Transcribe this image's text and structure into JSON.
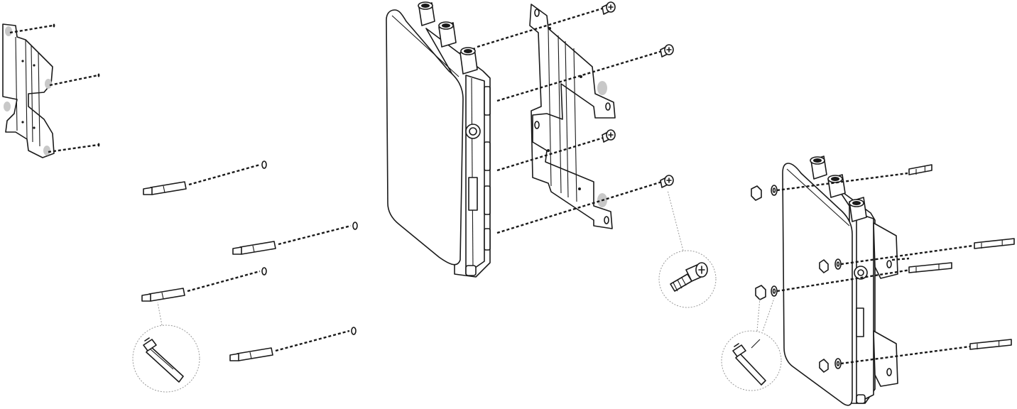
{
  "figure": {
    "description_visible_text": "",
    "line_color": "#1a1a1a",
    "highlight_color": "#c8c8c8",
    "background": "#ffffff"
  },
  "steps": [
    {
      "id": "drill-template",
      "icon": "mounting-plate-template-icon"
    },
    {
      "id": "insert-anchors",
      "icon": "wall-anchor-icon"
    },
    {
      "id": "attach-bracket-to-device",
      "icon": "screw-icon"
    },
    {
      "id": "mount-device-on-wall",
      "icon": "access-point-icon"
    }
  ]
}
